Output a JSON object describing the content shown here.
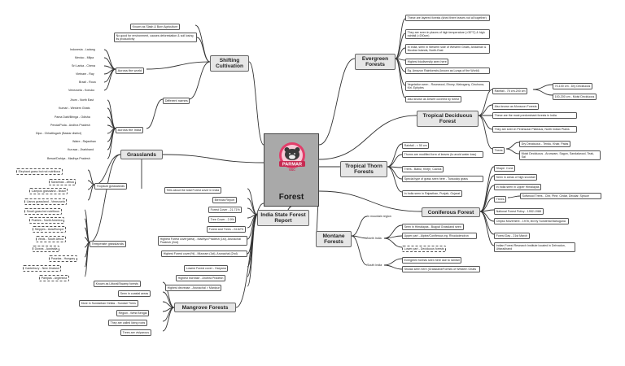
{
  "center": {
    "title": "Forest",
    "logo_text": "PARMAR",
    "logo_sub": "SSC"
  },
  "evergreen": {
    "title": "Evergreen Forests",
    "items": [
      "These are layered forests (shed there leaves not all together)",
      "They are seen in places of high temperature (>30°C) & high rainfall (>200cm)",
      "In India, seen in Western side of Western Ghats, Andaman & Nicobar Islands, North-East",
      "Highest biodiversity seen here",
      "Eg. Amazon Rainforests (known as Lungs of the World)",
      "Vegetation seen - Rosewood, Ebony, Mahogany, Cinchona, Kiri, Ephytes",
      "Also known as Desert covered by forest"
    ]
  },
  "tropical_deciduous": {
    "title": "Tropical Deciduous Forest",
    "rainfall": "Rainfall - 75 cm-200 cm",
    "rainfall_sub": [
      "70-100 cm - Dry Deciduous",
      "100-200 cm - Moist Deciduous"
    ],
    "items": [
      "Also known as Monsoon Forests",
      "These are the most predominant forests in India",
      "They are seen in Peninsular Plateaus, North Indian Plains"
    ],
    "trees_label": "Trees",
    "trees": [
      "Dry Deciduous - Tendu, Khair, Palas",
      "Moist Deciduous - Arunwam, Sagon, Sandalwood, Teak, Sal"
    ]
  },
  "tropical_thorn": {
    "title": "Tropical Thorn Forests",
    "items": [
      "Rainfall - < 50 cm",
      "Thorns are modified form of leaves (to avoid water loss)",
      "Trees - Babul, Khejri, Cactus",
      "Special type of grass seen here - Tussocky grass",
      "In India seen in Rajasthan, Punjab, Gujarat"
    ]
  },
  "coniferous": {
    "title": "Coniferous Forest",
    "items": [
      "Shape: Cone",
      "Seen in areas of high snowfall",
      "In India seen in Upper Himalayas"
    ],
    "trees_label": "Trees",
    "trees": "Softwood Trees - Chir, Pine, Cedar, Deodar, Spruce",
    "facts": [
      "National Forest Policy - 1952-1988",
      "Chipko Movement - 1978, led by Sunderlal Bahuguna",
      "Forest Day - 21st March",
      "Indian Forest Research Institute located in Dehradun, Uttarakhand"
    ]
  },
  "montane": {
    "title": "Montane Forests",
    "in_mountain": "In mountain region",
    "north_label": "North India",
    "north_items": [
      "Seen in Himalayas - Bugyal Grassland seen",
      "Upper part - Alpine/Coniferous eg. Rhododendron",
      "Lower part - Deciduous forests"
    ],
    "south_label": "South India",
    "south_items": [
      "Evergreen forests seen here due to rainfall",
      "Sholas seen here (Grassland/Forests of Western Ghats"
    ]
  },
  "shifting": {
    "title": "Shifting Cultivation",
    "items": [
      "Known as Slash & Burn Agriculture",
      "No good for environment, causes deforestation & soil losing its productivity"
    ],
    "world_label": "Across the world",
    "world": [
      "Indonesia - Ladang",
      "Mexico - Milpa",
      "Sri Lanka - Chena",
      "Vietnam - Ray",
      "Brazil - Roca",
      "Venezuela - Konuko"
    ],
    "names_label": "Different names",
    "india_label": "Across the India",
    "india": [
      "Jhum - North East",
      "Kumari - Western Ghats",
      "Pama Dabi/Bringa - Odisha",
      "Penda/Poda - Andhra Pradesh",
      "Dipa - Chhattisgarh (Bastar district)",
      "Watre - Rajasthan",
      "Kuruwa - Jharkhand",
      "Bewar/Dahiya - Madhya Pradesh"
    ]
  },
  "grasslands": {
    "title": "Grasslands",
    "tropical_label": "Tropical grasslands",
    "tropical": [
      "Elephant grass but not nutritious",
      "Savannas - Africa",
      "Campos grassland - Brazil",
      "Llanos grassland - Venezuela"
    ],
    "temperate_label": "Temperate grasslands",
    "temperate": [
      "Small grass but nutritious",
      "Prairies - North America",
      "Steppes - Asia/Europe",
      "Velds - South Africa",
      "Downs - Australia",
      "Pusztas - Hungary",
      "Canterbury - New Zealand",
      "Pampas - Argentina"
    ]
  },
  "isfr": {
    "title": "India State Forest Report",
    "items": [
      "Tells about the total Forest cover in India",
      "Biennial Report",
      "Forest Cover - 21.71%",
      "Tree Cover - 2.9%",
      "Forest and Trees - 24.62%",
      "Highest Forest cover(area) - Madhya Pradesh (1st), Arunachal Pradesh (2nd)",
      "Highest Forest cover(%) - Mizoram (1st), Arunachal (2nd)",
      "Lowest Forest cover - Haryana",
      "Highest increase - Andhra Pradesh",
      "Highest decrease - Arunachal > Manipur"
    ]
  },
  "mangrove": {
    "title": "Mangrove Forests",
    "items": [
      "Known as Littoral/Swamp forests",
      "Seen in coastal areas",
      "More in Sundarban Deltas - Sundari Trees",
      "Region - West Bengal",
      "They are called living roots",
      "Trees are viviparous"
    ]
  }
}
